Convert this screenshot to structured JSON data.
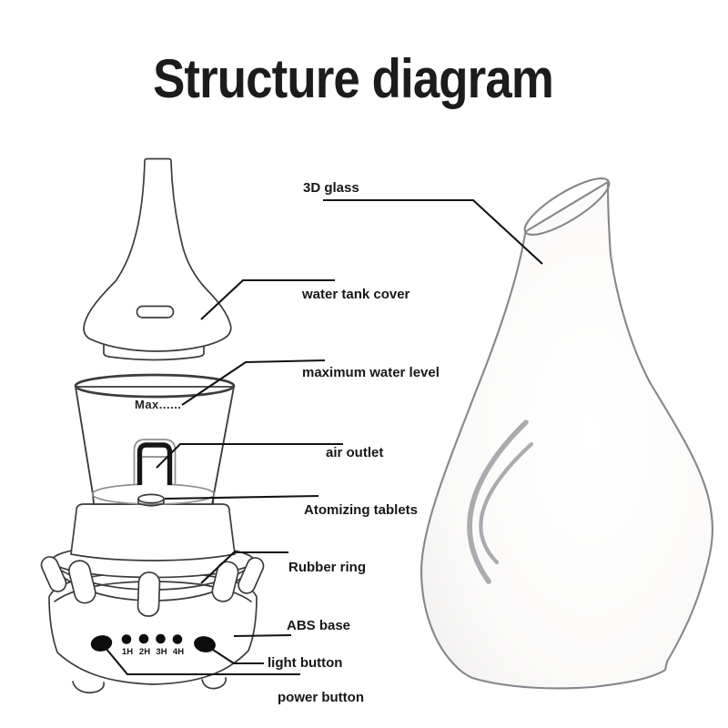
{
  "title": "Structure diagram",
  "labels": {
    "glass": "3D glass",
    "cover": "water tank cover",
    "max_level": "maximum water level",
    "air_outlet": "air outlet",
    "atomizing": "Atomizing tablets",
    "rubber_ring": "Rubber ring",
    "abs_base": "ABS base",
    "light_button": "light button",
    "power_button": "power button"
  },
  "markings": {
    "max": "Max......",
    "timers": [
      "1H",
      "2H",
      "3H",
      "4H"
    ]
  },
  "colors": {
    "line_dark": "#3c3c3c",
    "leader_line": "#141414",
    "glass_outline": "#84878c",
    "glass_accent": "#a9abaf",
    "text": "#171717",
    "soft_gray": "#909090",
    "background": "#ffffff"
  }
}
